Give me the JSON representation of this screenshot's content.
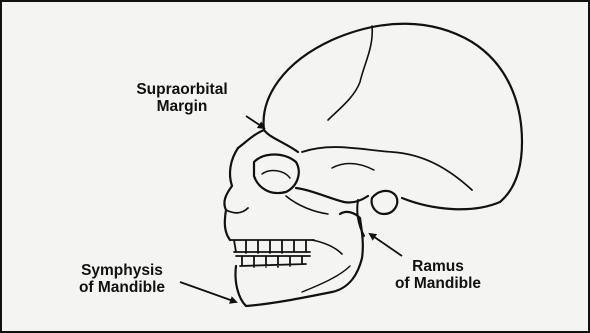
{
  "figure": {
    "subject": "skull-lateral-view",
    "colors": {
      "background": "#f4f4f3",
      "ink": "#111111",
      "border": "#111111"
    },
    "labels": [
      {
        "key": "supraorbital",
        "lines": [
          "Supraorbital",
          "Margin"
        ]
      },
      {
        "key": "symphysis",
        "lines": [
          "Symphysis",
          "of Mandible"
        ]
      },
      {
        "key": "ramus",
        "lines": [
          "Ramus",
          "of Mandible"
        ]
      }
    ]
  }
}
